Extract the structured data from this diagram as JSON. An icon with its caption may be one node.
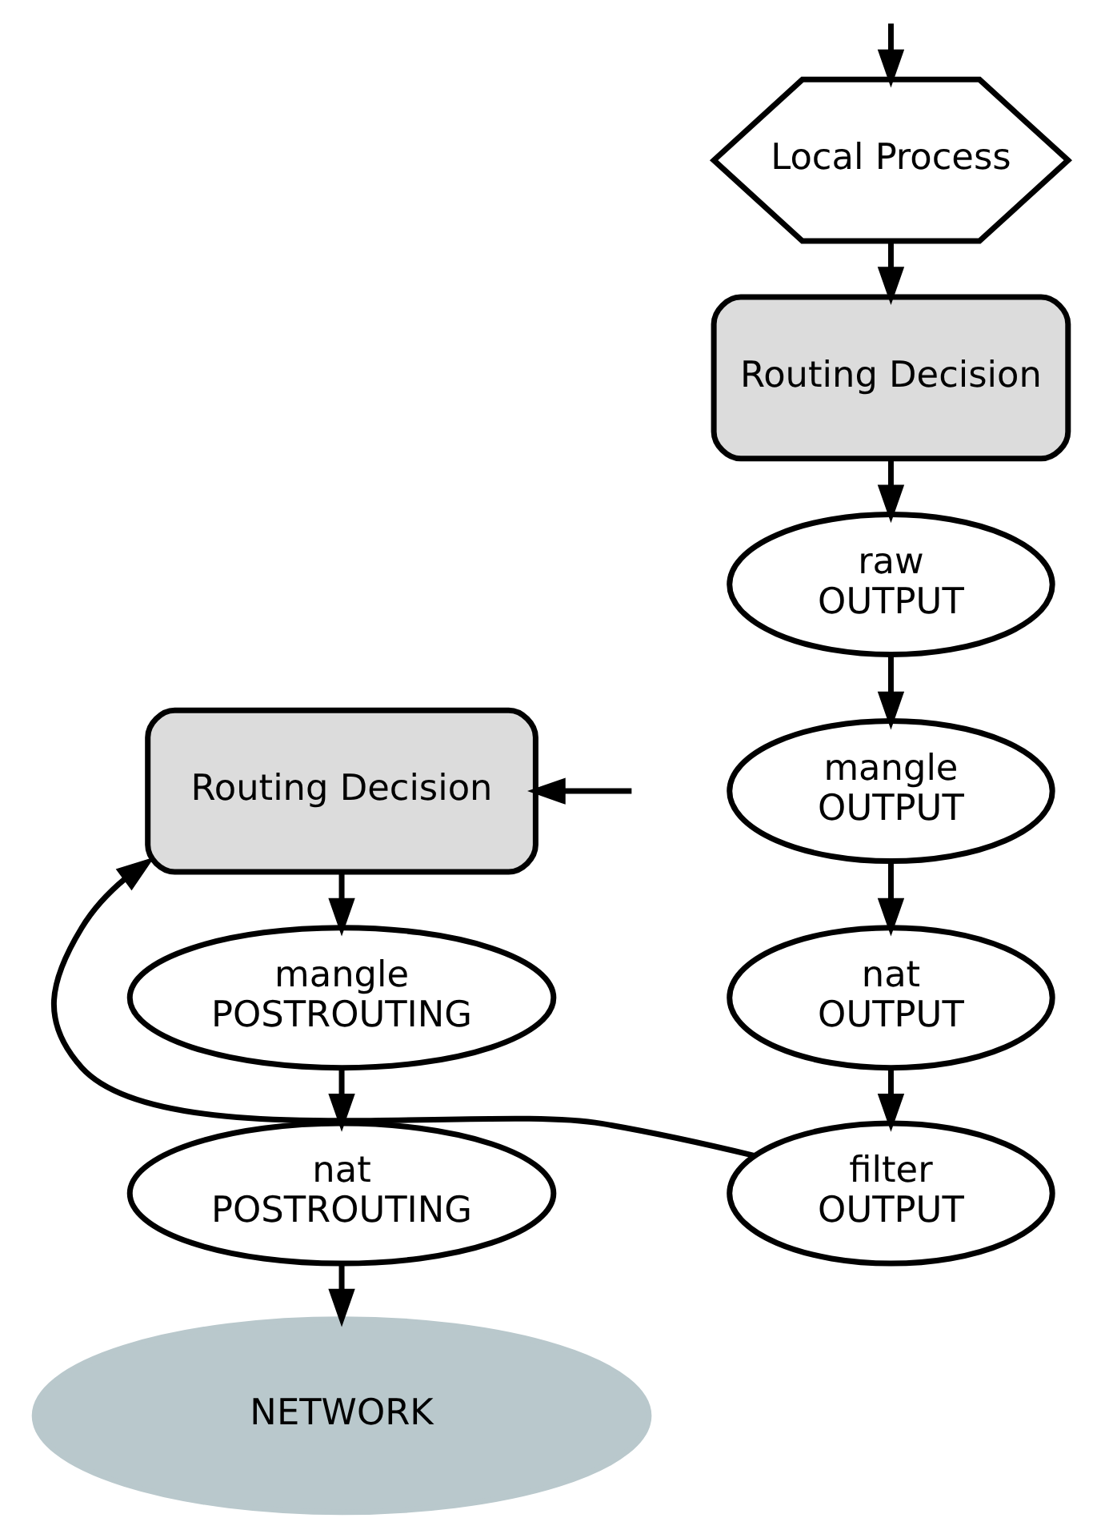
{
  "diagram": {
    "nodes": [
      {
        "text": [
          "Local Process"
        ]
      },
      {
        "text": [
          "Routing Decision"
        ]
      },
      {
        "text": [
          "raw",
          "OUTPUT"
        ]
      },
      {
        "text": [
          "mangle",
          "OUTPUT"
        ]
      },
      {
        "text": [
          "nat",
          "OUTPUT"
        ]
      },
      {
        "text": [
          "filter",
          "OUTPUT"
        ]
      },
      {
        "text": [
          "Routing Decision"
        ]
      },
      {
        "text": [
          "mangle",
          "POSTROUTING"
        ]
      },
      {
        "text": [
          "nat",
          "POSTROUTING"
        ]
      },
      {
        "text": [
          "NETWORK"
        ]
      }
    ],
    "edges": [
      {
        "from": null,
        "to": 0,
        "arrow": "to"
      },
      {
        "from": 0,
        "to": 1,
        "arrow": "to"
      },
      {
        "from": 1,
        "to": 2,
        "arrow": "to"
      },
      {
        "from": 2,
        "to": 3,
        "arrow": "to"
      },
      {
        "from": 3,
        "to": 4,
        "arrow": "to"
      },
      {
        "from": 4,
        "to": 5,
        "arrow": "to"
      },
      {
        "from": 5,
        "to": 6,
        "arrow": "to"
      },
      {
        "from": null,
        "to": 6,
        "arrow": "to"
      },
      {
        "from": 6,
        "to": 7,
        "arrow": "to"
      },
      {
        "from": 7,
        "to": 8,
        "arrow": "to"
      },
      {
        "from": 8,
        "to": 9,
        "arrow": "to"
      }
    ]
  }
}
